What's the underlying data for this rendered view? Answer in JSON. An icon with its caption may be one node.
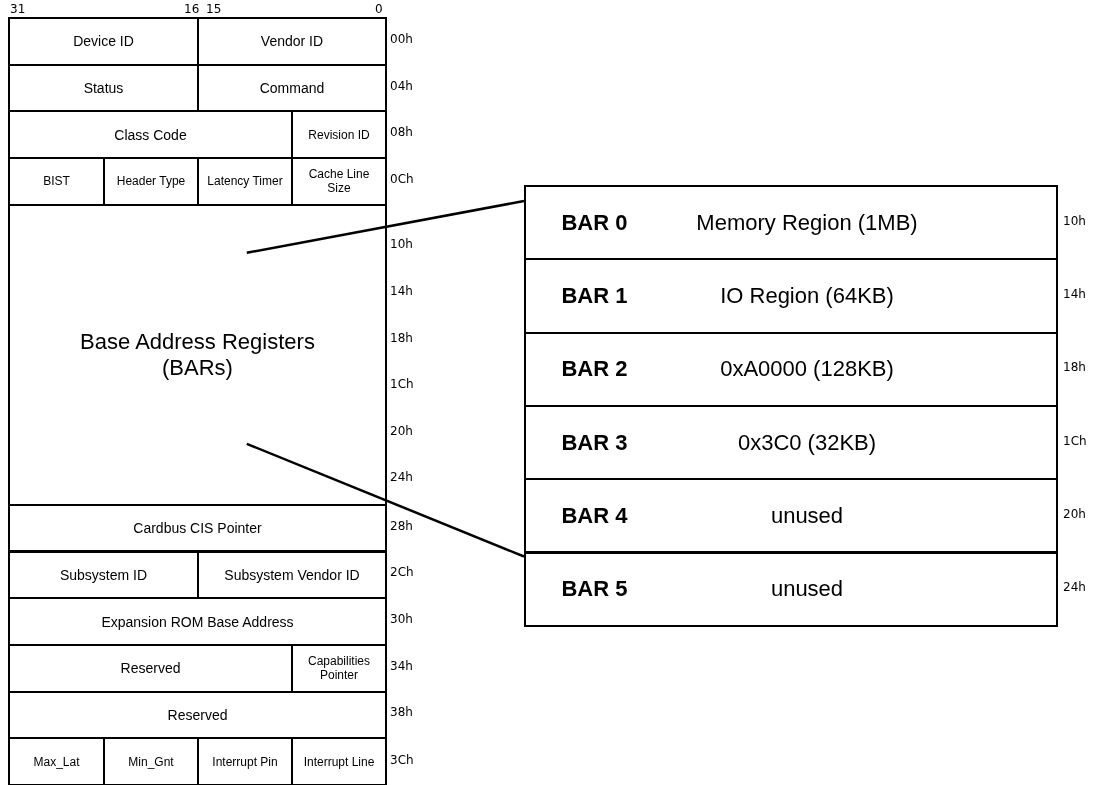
{
  "diagram": {
    "nodes": [
      {
        "text": [
          "Device ID"
        ]
      },
      {
        "text": [
          "Vendor ID"
        ]
      },
      {
        "text": [
          "Status"
        ]
      },
      {
        "text": [
          "Command"
        ]
      },
      {
        "text": [
          "Class Code"
        ]
      },
      {
        "text": [
          "Revision ID"
        ]
      },
      {
        "text": [
          "BIST"
        ]
      },
      {
        "text": [
          "Header Type"
        ]
      },
      {
        "text": [
          "Latency Timer"
        ]
      },
      {
        "text": [
          "Cache Line Size"
        ]
      },
      {
        "text": [
          "Base Address Registers (BARs)"
        ]
      },
      {
        "text": [
          "Cardbus CIS Pointer"
        ]
      },
      {
        "text": [
          "Subsystem ID"
        ]
      },
      {
        "text": [
          "Subsystem Vendor ID"
        ]
      },
      {
        "text": [
          "Expansion ROM Base Address"
        ]
      },
      {
        "text": [
          "Reserved"
        ]
      },
      {
        "text": [
          "Capabilities Pointer"
        ]
      },
      {
        "text": [
          "Reserved"
        ]
      },
      {
        "text": [
          "Max_Lat"
        ]
      },
      {
        "text": [
          "Min_Gnt"
        ]
      },
      {
        "text": [
          "Interrupt Pin"
        ]
      },
      {
        "text": [
          "Interrupt Line"
        ]
      },
      {
        "text": [
          "BAR 0",
          "Memory Region (1MB)"
        ]
      },
      {
        "text": [
          "BAR 1",
          "IO Region (64KB)"
        ]
      },
      {
        "text": [
          "BAR 2",
          "0xA0000 (128KB)"
        ]
      },
      {
        "text": [
          "BAR 3",
          "0x3C0 (32KB)"
        ]
      },
      {
        "text": [
          "BAR 4",
          "unused"
        ]
      },
      {
        "text": [
          "BAR 5",
          "unused"
        ]
      }
    ],
    "edges": [
      {
        "from": 10,
        "to": 22,
        "arrow": "none"
      },
      {
        "from": 10,
        "to": 27,
        "arrow": "none"
      }
    ],
    "labels": [
      "31",
      "16",
      "15",
      "0",
      "00h",
      "04h",
      "08h",
      "0Ch",
      "10h",
      "14h",
      "18h",
      "1Ch",
      "20h",
      "24h",
      "28h",
      "2Ch",
      "30h",
      "34h",
      "38h",
      "3Ch",
      "10h",
      "14h",
      "18h",
      "1Ch",
      "20h",
      "24h"
    ]
  }
}
